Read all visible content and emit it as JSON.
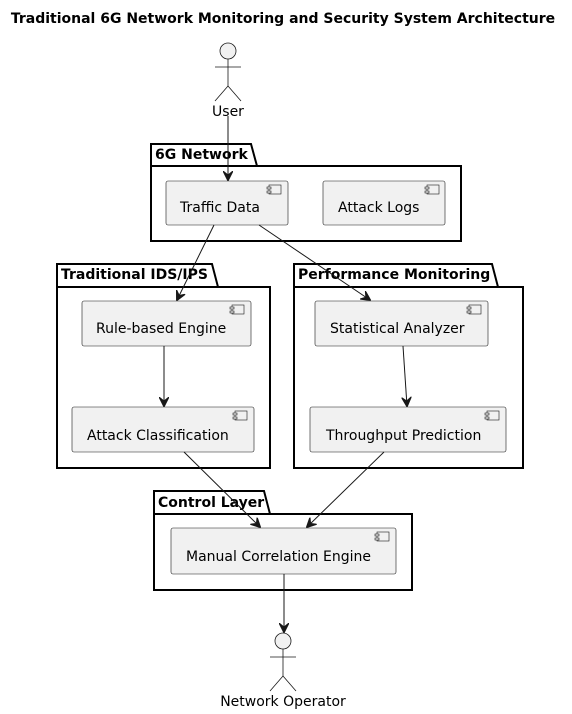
{
  "title": "Traditional 6G Network Monitoring and Security System Architecture",
  "actors": {
    "user": "User",
    "operator": "Network Operator"
  },
  "packages": {
    "network": {
      "label": "6G Network",
      "components": {
        "traffic": "Traffic Data",
        "logs": "Attack Logs"
      }
    },
    "ids": {
      "label": "Traditional IDS/IPS",
      "components": {
        "rule": "Rule-based Engine",
        "classify": "Attack Classification"
      }
    },
    "perf": {
      "label": "Performance Monitoring",
      "components": {
        "stats": "Statistical Analyzer",
        "throughput": "Throughput Prediction"
      }
    },
    "control": {
      "label": "Control Layer",
      "components": {
        "correlation": "Manual Correlation Engine"
      }
    }
  },
  "colors": {
    "component_fill": "#f1f1f1",
    "stroke": "#181818",
    "background": "#ffffff"
  }
}
